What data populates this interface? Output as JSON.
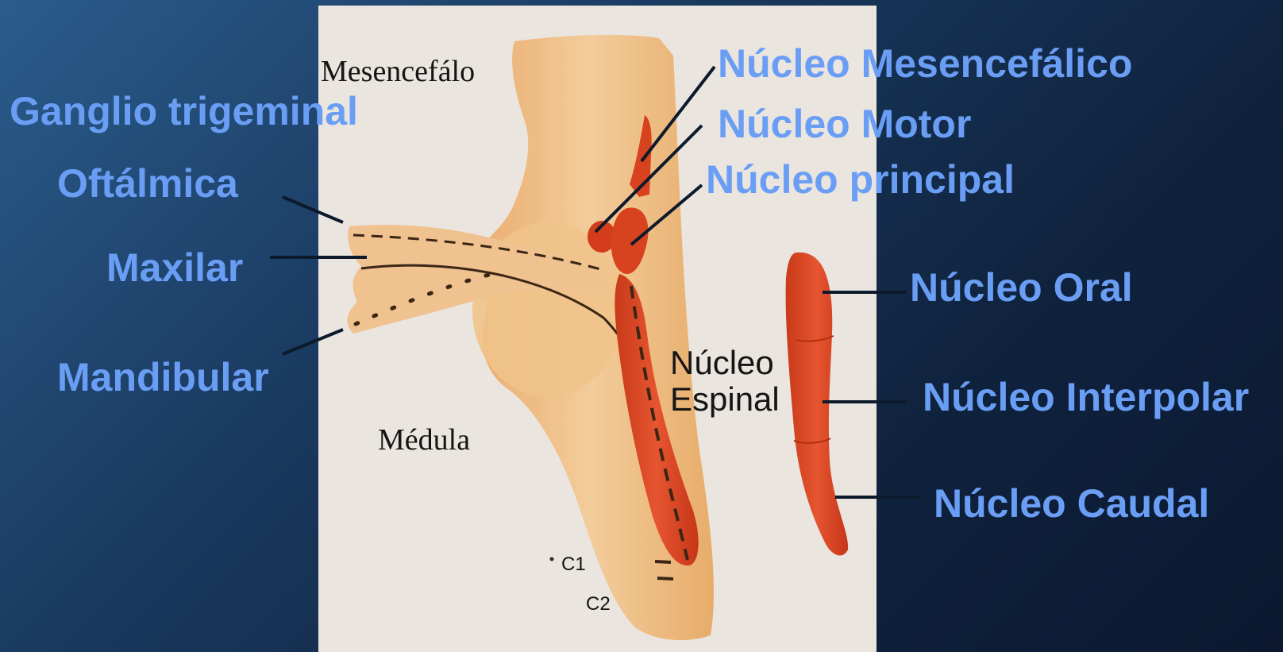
{
  "labels": {
    "mesencefalo": "Mesencefálo",
    "ganglio": "Ganglio trigeminal",
    "oftalmica": "Oftálmica",
    "maxilar": "Maxilar",
    "mandibular": "Mandibular",
    "medula": "Médula",
    "nucleo_mesencefalico": "Núcleo Mesencefálico",
    "nucleo_motor": "Núcleo Motor",
    "nucleo_principal": "Núcleo principal",
    "nucleo_espinal_line1": "Núcleo",
    "nucleo_espinal_line2": "Espinal",
    "nucleo_oral": "Núcleo Oral",
    "nucleo_interpolar": "Núcleo Interpolar",
    "nucleo_caudal": "Núcleo Caudal",
    "c1": "C1",
    "c2": "C2"
  },
  "colors": {
    "label_blue": "#6a9ef5",
    "nucleus_red": "#d9401e",
    "brainstem_tan": "#efbd82",
    "panel_bg": "#ece6df"
  }
}
